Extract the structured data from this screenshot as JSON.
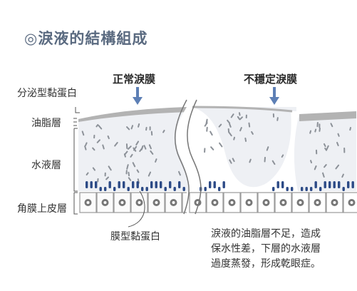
{
  "title": "◎淚液的結構組成",
  "labels": {
    "secretory_mucin": "分泌型黏蛋白",
    "lipid_layer": "油脂層",
    "aqueous_layer": "水液層",
    "corneal_epithelium": "角膜上皮層",
    "membrane_mucin": "膜型黏蛋白"
  },
  "headings": {
    "normal": "正常淚膜",
    "unstable": "不穩定淚膜"
  },
  "note_lines": [
    "淚液的油脂層不足，造成",
    "保水性差，下層的水液層",
    "過度蒸發，形成乾眼症。"
  ],
  "colors": {
    "title": "#5a6a80",
    "lipid": "#b3b3b3",
    "aqueous": "#eef0f4",
    "mucin_dash": "#8c9198",
    "membrane_mucin": "#2c4a86",
    "cell": "#9a9a9a",
    "arrow": "#5d7fb5"
  }
}
